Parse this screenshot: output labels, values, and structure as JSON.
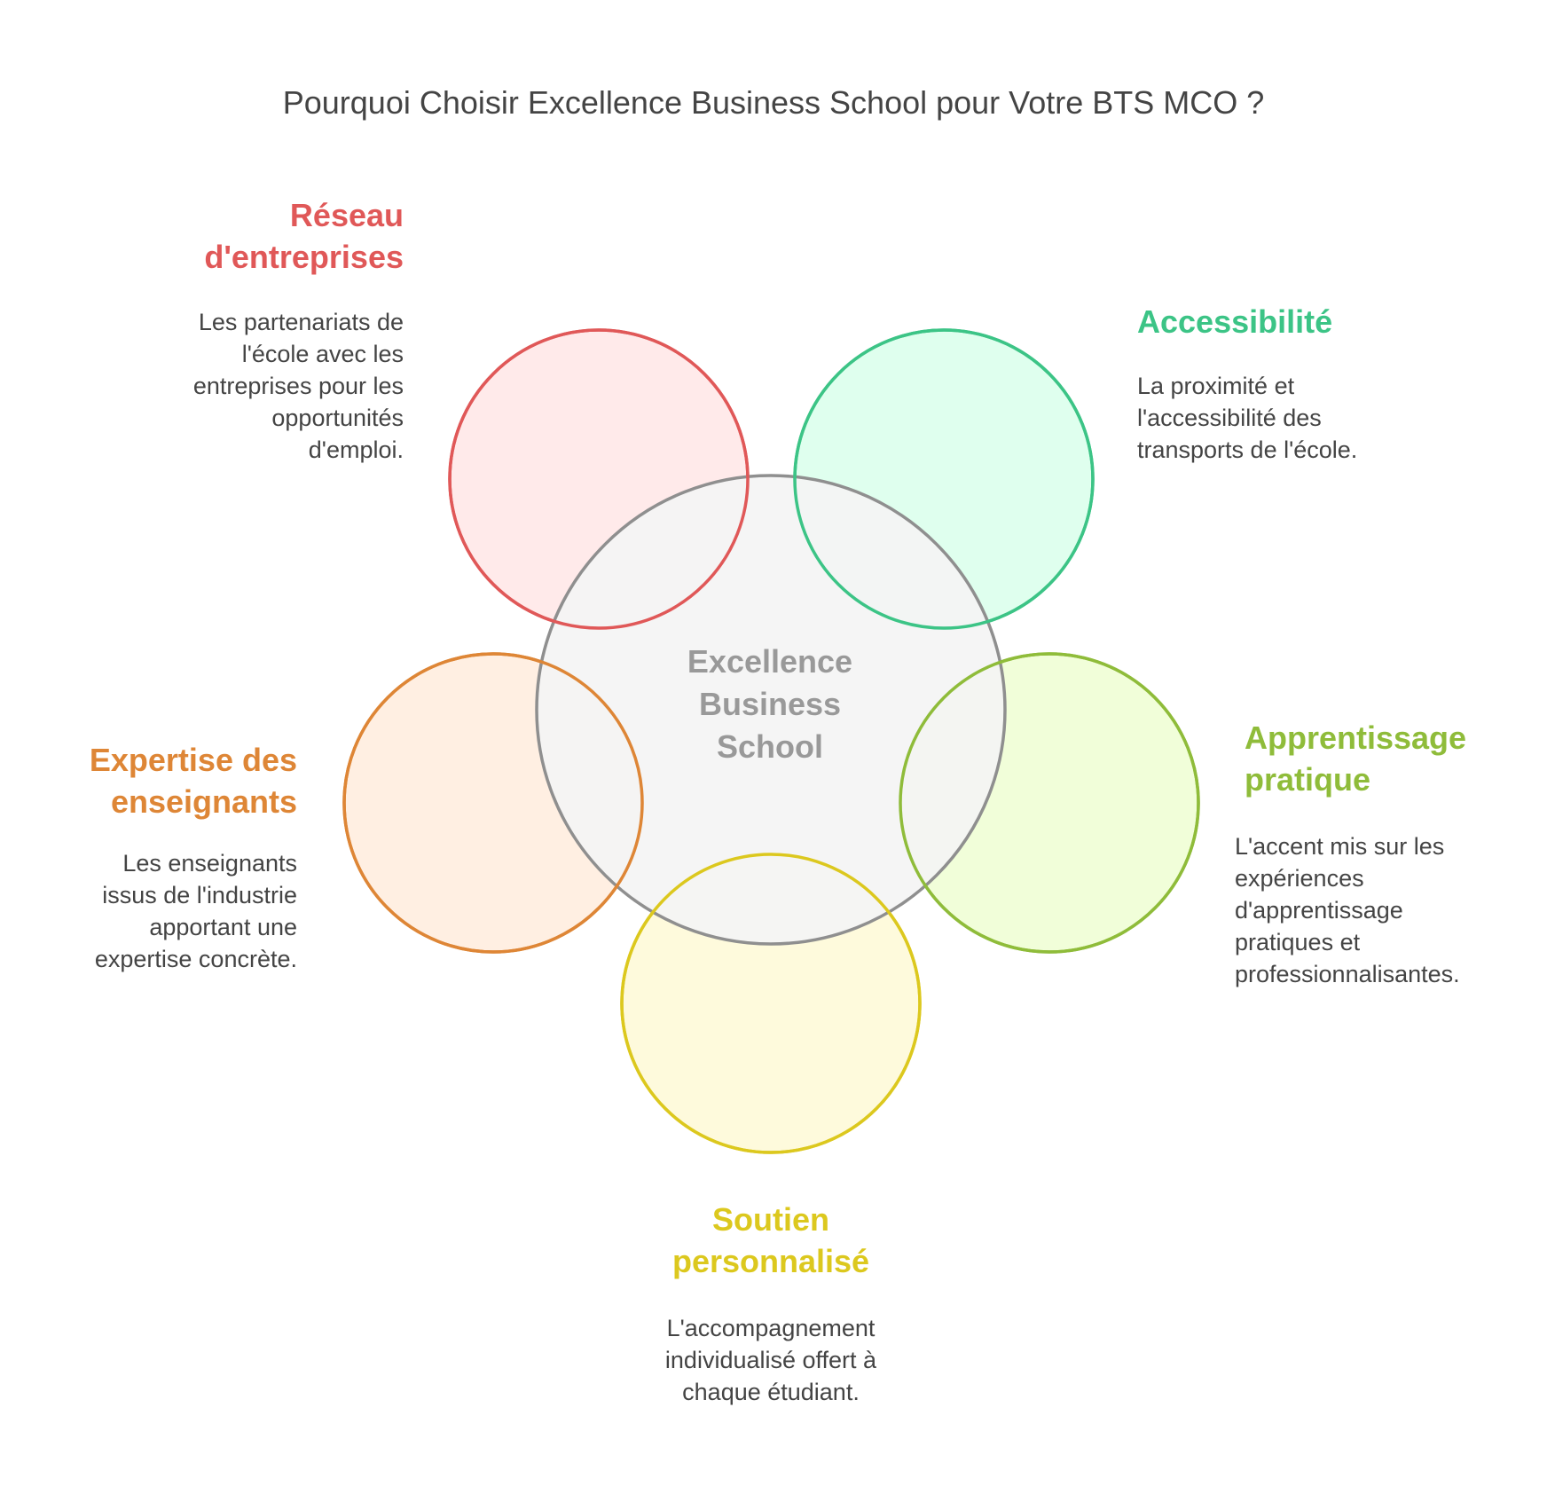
{
  "title": "Pourquoi Choisir Excellence Business School pour Votre BTS MCO ?",
  "center": {
    "label": "Excellence\nBusiness\nSchool",
    "stroke": "#8f8f8f",
    "fill": "#f4f4f4"
  },
  "items": [
    {
      "heading": "Réseau\nd'entreprises",
      "description": "Les partenariats de\nl'école avec les\nentreprises pour les\nopportunités\nd'emploi.",
      "color": "#e05858",
      "fill": "#ffeaea"
    },
    {
      "heading": "Accessibilité",
      "description": "La proximité et\nl'accessibilité des\ntransports de l'école.",
      "color": "#3cc486",
      "fill": "#dfffee"
    },
    {
      "heading": "Apprentissage\npratique",
      "description": "L'accent mis sur les\nexpériences\nd'apprentissage\npratiques et\nprofessionnalisantes.",
      "color": "#8fbc3a",
      "fill": "#f1fed9"
    },
    {
      "heading": "Soutien\npersonnalisé",
      "description": "L'accompagnement\nindividualisé offert à\nchaque étudiant.",
      "color": "#dcc81e",
      "fill": "#fefadc"
    },
    {
      "heading": "Expertise des\nenseignants",
      "description": "Les enseignants\nissus de l'industrie\napportant une\nexpertise concrète.",
      "color": "#de8636",
      "fill": "#ffefe2"
    }
  ]
}
